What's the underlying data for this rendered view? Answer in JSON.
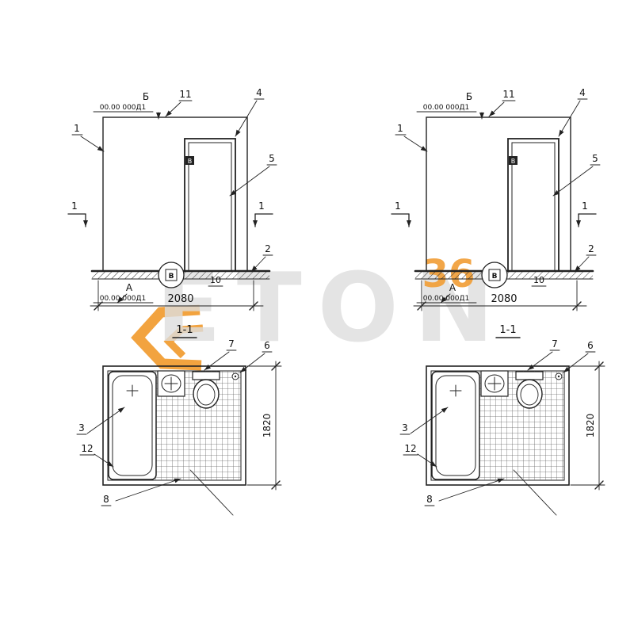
{
  "watermark": {
    "brand": "ETON",
    "number": "36",
    "orange": "#F0931F",
    "gray": "#DADADA"
  },
  "labels": {
    "axis_b": "Б",
    "axis_a": "А",
    "axis_v": "В",
    "doc_code": "00.00 000Д1",
    "callout_1": "1",
    "callout_2": "2",
    "callout_3": "3",
    "callout_4": "4",
    "callout_5": "5",
    "callout_6": "6",
    "callout_7": "7",
    "callout_8": "8",
    "callout_10": "10",
    "callout_11": "11",
    "callout_12": "12",
    "section_mark": "1",
    "section_title": "1-1",
    "dim_width": "2080",
    "dim_height": "1820"
  }
}
